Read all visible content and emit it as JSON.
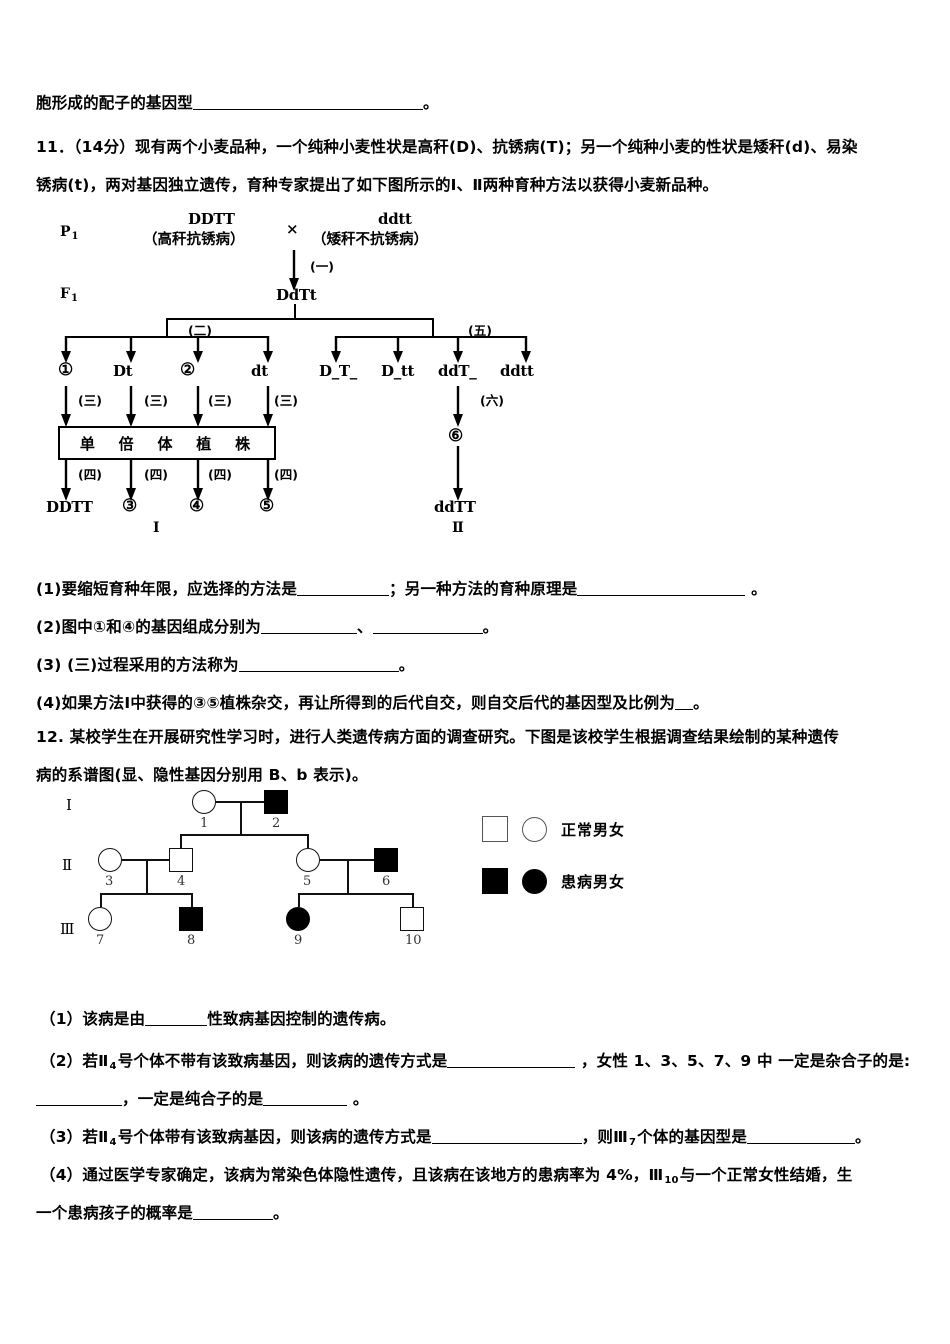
{
  "page": {
    "lead_line": {
      "prefix": "胞形成的配子的基因型",
      "blank_width": 230,
      "suffix": "。"
    }
  },
  "q11": {
    "number": "11．",
    "points": "（14分）",
    "body_line1": "现有两个小麦品种，一个纯种小麦性状是高秆(D)、抗锈病(T)；另一个纯种小麦的性状是矮秆(d)、易染",
    "body_line2": "锈病(t)，两对基因独立遗传，育种专家提出了如下图所示的Ⅰ、Ⅱ两种育种方法以获得小麦新品种。",
    "diagram": {
      "stage_p": "P",
      "stage_p_sub": "1",
      "stage_f": "F",
      "stage_f_sub": "1",
      "parent_left_genotype": "DDTT",
      "parent_left_phenotype": "（高秆抗锈病）",
      "cross_symbol": "×",
      "parent_right_genotype": "ddtt",
      "parent_right_phenotype": "（矮秆不抗锈病）",
      "step_one": "(一)",
      "f1_genotype": "DdTt",
      "step_two": "(二)",
      "step_five": "(五)",
      "step_three": "(三)",
      "step_four": "(四)",
      "step_six": "(六)",
      "gametes": [
        "①",
        "Dt",
        "②",
        "dt"
      ],
      "f2_genotypes": [
        "D_T_",
        "D_tt",
        "ddT_",
        "ddtt"
      ],
      "haploid_box": "单倍体植株",
      "haploid_box_chars": [
        "单",
        "倍",
        "体",
        "植",
        "株"
      ],
      "method1_products": [
        "DDTT",
        "③",
        "④",
        "⑤"
      ],
      "method2_marker": "⑥",
      "method2_product": "ddTT",
      "method1_label": "Ⅰ",
      "method2_label": "Ⅱ"
    },
    "sub_questions": [
      {
        "label": "(1)",
        "segments": [
          {
            "text": "要缩短育种年限，应选择的方法是"
          },
          {
            "blank": 92
          },
          {
            "text": "；另一种方法的育种原理是"
          },
          {
            "blank": 168
          },
          {
            "text": " 。"
          }
        ]
      },
      {
        "label": "(2)",
        "segments": [
          {
            "text": "图中①和④的基因组成分别为"
          },
          {
            "blank": 96
          },
          {
            "text": "、"
          },
          {
            "blank": 110
          },
          {
            "text": "。"
          }
        ]
      },
      {
        "label": "(3)",
        "segments": [
          {
            "text": " (三)过程采用的方法称为"
          },
          {
            "blank": 160
          },
          {
            "text": "。"
          }
        ]
      },
      {
        "label": "(4)",
        "segments": [
          {
            "text": "如果方法Ⅰ中获得的③⑤植株杂交，再让所得到的后代自交，则自交后代的基因型及比例为"
          },
          {
            "blank": 18
          },
          {
            "text": "。"
          }
        ]
      }
    ]
  },
  "q12": {
    "number": "12.",
    "body_line1": "某校学生在开展研究性学习时，进行人类遗传病方面的调查研究。下图是该校学生根据调查结果绘制的某种遗传",
    "body_line2": "病的系谱图(显、隐性基因分别用 B、b 表示)。",
    "pedigree": {
      "generations": [
        "Ⅰ",
        "Ⅱ",
        "Ⅲ"
      ],
      "individuals": [
        {
          "id": "1",
          "sex": "female",
          "affected": false,
          "generation": "Ⅰ"
        },
        {
          "id": "2",
          "sex": "male",
          "affected": true,
          "generation": "Ⅰ"
        },
        {
          "id": "3",
          "sex": "female",
          "affected": false,
          "generation": "Ⅱ"
        },
        {
          "id": "4",
          "sex": "male",
          "affected": false,
          "generation": "Ⅱ"
        },
        {
          "id": "5",
          "sex": "female",
          "affected": false,
          "generation": "Ⅱ"
        },
        {
          "id": "6",
          "sex": "male",
          "affected": true,
          "generation": "Ⅱ"
        },
        {
          "id": "7",
          "sex": "female",
          "affected": false,
          "generation": "Ⅲ"
        },
        {
          "id": "8",
          "sex": "male",
          "affected": true,
          "generation": "Ⅲ"
        },
        {
          "id": "9",
          "sex": "female",
          "affected": true,
          "generation": "Ⅲ"
        },
        {
          "id": "10",
          "sex": "male",
          "affected": false,
          "generation": "Ⅲ"
        }
      ],
      "legend": [
        {
          "square": "open",
          "circle": "open",
          "label": "正常男女"
        },
        {
          "square": "filled",
          "circle": "filled",
          "label": "患病男女"
        }
      ]
    },
    "sub_questions": [
      {
        "label": "（1）",
        "segments": [
          {
            "text": "该病是由"
          },
          {
            "blank": 62
          },
          {
            "text": "性致病基因控制的遗传病。"
          }
        ]
      },
      {
        "label": "（2）",
        "segments": [
          {
            "text": "若Ⅱ"
          },
          {
            "sub": "4"
          },
          {
            "text": "号个体不带有该致病基因，则该病的遗传方式是"
          },
          {
            "blank": 128
          },
          {
            "text": " ，女性 1、3、5、7、9 中 一定是杂合子的是:"
          }
        ],
        "segments_line2": [
          {
            "blank": 86
          },
          {
            "text": "，一定是纯合子的是"
          },
          {
            "blank": 84
          },
          {
            "text": " 。"
          }
        ]
      },
      {
        "label": "（3）",
        "segments": [
          {
            "text": "若Ⅱ"
          },
          {
            "sub": "4"
          },
          {
            "text": "号个体带有该致病基因，则该病的遗传方式是"
          },
          {
            "blank": 150
          },
          {
            "text": "，则Ⅲ"
          },
          {
            "sub": "7"
          },
          {
            "text": "个体的基因型是"
          },
          {
            "blank": 108
          },
          {
            "text": "。"
          }
        ]
      },
      {
        "label": "（4）",
        "segments": [
          {
            "text": "通过医学专家确定，该病为常染色体隐性遗传，且该病在该地方的患病率为 4%，Ⅲ"
          },
          {
            "sub": "10"
          },
          {
            "text": "与一个正常女性结婚，生"
          }
        ],
        "segments_line2": [
          {
            "text": "一个患病孩子的概率是"
          },
          {
            "blank": 80
          },
          {
            "text": "。"
          }
        ]
      }
    ]
  },
  "colors": {
    "ink": "#000000",
    "paper": "#ffffff",
    "line": "#111111"
  }
}
